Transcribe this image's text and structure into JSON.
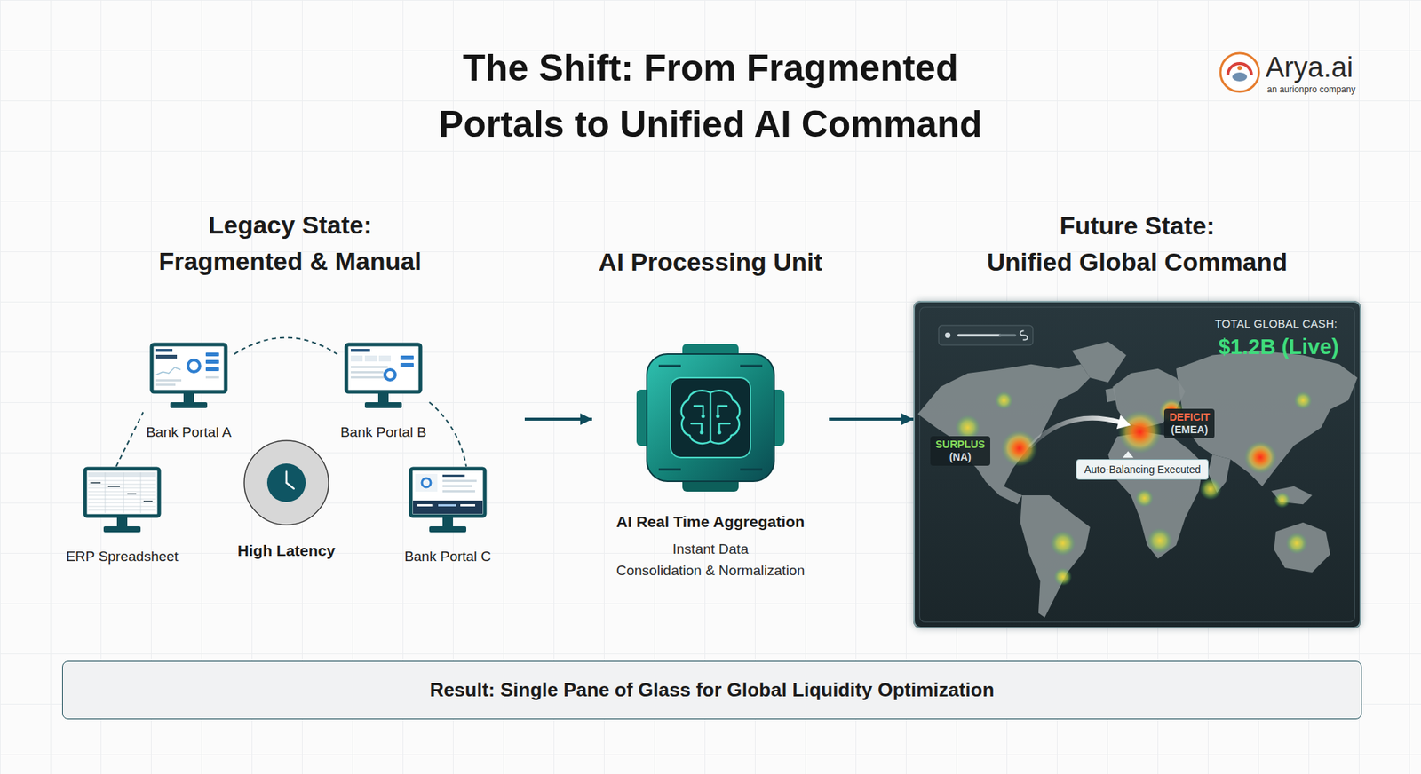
{
  "diagram": {
    "title": "The Shift: From Fragmented Portals to Unified AI Command",
    "nodes": [
      {
        "text": [
          "Legacy State: Fragmented & Manual"
        ]
      },
      {
        "text": [
          "Bank Portal A"
        ],
        "in": 0
      },
      {
        "text": [
          "Bank Portal B"
        ],
        "in": 0
      },
      {
        "text": [
          "ERP Spreadsheet"
        ],
        "in": 0
      },
      {
        "text": [
          "High Latency"
        ],
        "in": 0
      },
      {
        "text": [
          "Bank Portal C"
        ],
        "in": 0
      },
      {
        "text": [
          "AI Processing Unit",
          "AI Real Time Aggregation",
          "Instant Data Consolidation & Normalization"
        ]
      },
      {
        "text": [
          "Future State: Unified Global Command",
          "TOTAL GLOBAL CASH:",
          "$1.2B (Live)"
        ]
      },
      {
        "text": [
          "SURPLUS (NA)"
        ],
        "in": 7
      },
      {
        "text": [
          "DEFICIT (EMEA)"
        ],
        "in": 7
      },
      {
        "text": [
          "Auto-Balancing Executed"
        ],
        "in": 7
      },
      {
        "text": [
          "Result: Single Pane of Glass for Global Liquidity Optimization"
        ]
      }
    ],
    "edges": [
      {
        "from": 3,
        "to": 1,
        "arrow": "none"
      },
      {
        "from": 1,
        "to": 2,
        "arrow": "none"
      },
      {
        "from": 2,
        "to": 5,
        "arrow": "none"
      },
      {
        "from": 0,
        "to": 6,
        "arrow": "to"
      },
      {
        "from": 6,
        "to": 7,
        "arrow": "to"
      }
    ],
    "labels": [
      "Arya.ai",
      "an aurionpro company"
    ]
  }
}
